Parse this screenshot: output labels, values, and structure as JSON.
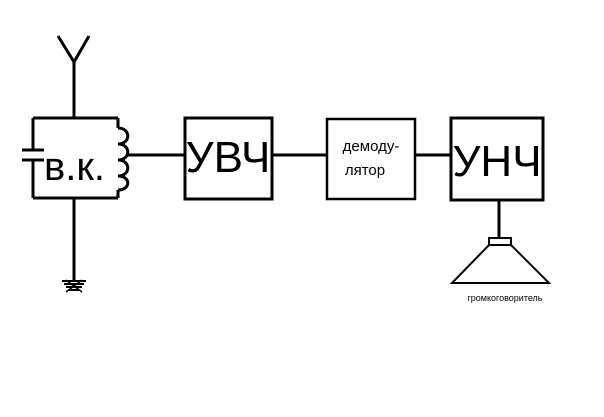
{
  "blocks": {
    "input_circuit": {
      "label": "в.к."
    },
    "rf_amplifier": {
      "label": "УВЧ"
    },
    "demodulator": {
      "line1": "демоду-",
      "line2": "лятор"
    },
    "af_amplifier": {
      "label": "УНЧ"
    }
  },
  "speaker": {
    "label": "громкоговоритель"
  },
  "icons": {
    "antenna": "antenna-icon",
    "capacitor": "capacitor-icon",
    "inductor": "inductor-coil-icon",
    "ground": "ground-icon",
    "loudspeaker": "loudspeaker-icon"
  },
  "colors": {
    "line": "#000000",
    "background": "#ffffff"
  }
}
